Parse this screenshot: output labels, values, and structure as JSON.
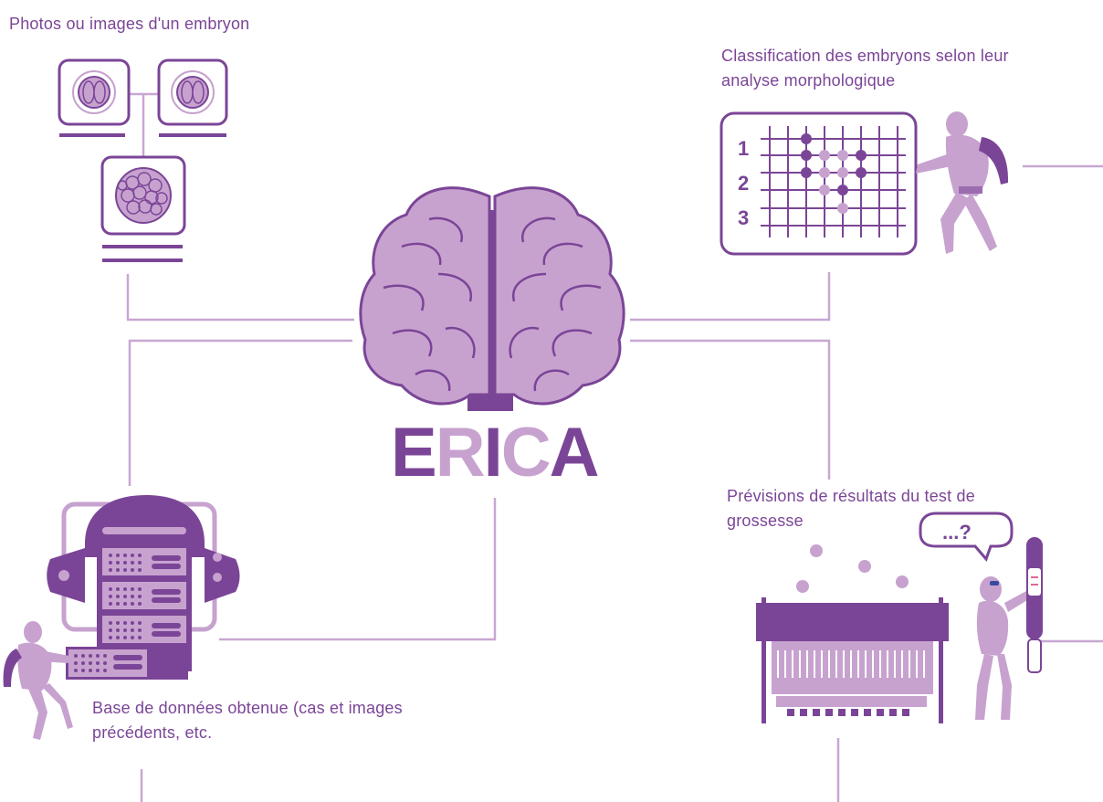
{
  "captions": {
    "photos": "Photos ou images d'un embryon",
    "classification": "Classification des embryons selon leur\nanalyse morphologique",
    "predictions": "Prévisions de résultats du test de\ngrossesse",
    "database": "Base de données obtenue (cas et images\nprécédents, etc."
  },
  "logo": {
    "letters": [
      "E",
      "R",
      "I",
      "C",
      "A"
    ],
    "colors": [
      "#7b4597",
      "#c7a2cf",
      "#7b4597",
      "#c7a2cf",
      "#7b4597"
    ]
  },
  "grid": {
    "row_labels": [
      "1",
      "2",
      "3"
    ]
  },
  "speech_bubble": "...?",
  "colors": {
    "dark": "#7b4597",
    "light": "#c7a2cf",
    "line": "#c8a7d2"
  }
}
